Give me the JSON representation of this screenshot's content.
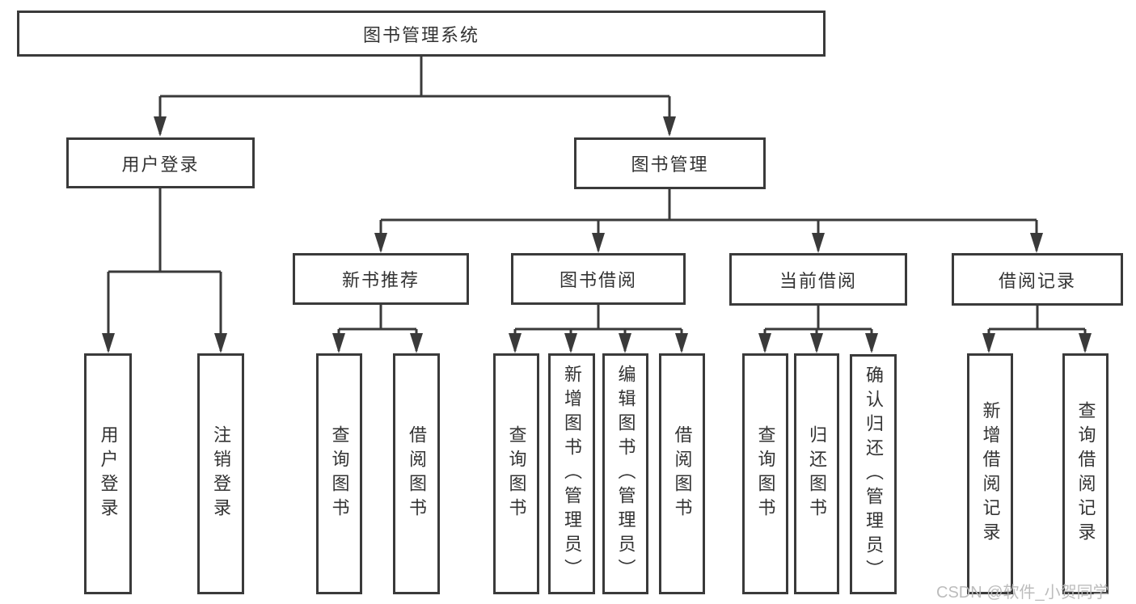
{
  "tree": {
    "root": {
      "label": "图书管理系统"
    },
    "user_login": {
      "label": "用户登录",
      "children": [
        {
          "label": "用户登录"
        },
        {
          "label": "注销登录"
        }
      ]
    },
    "book_management": {
      "label": "图书管理",
      "sections": [
        {
          "label": "新书推荐",
          "children": [
            {
              "label": "查询图书"
            },
            {
              "label": "借阅图书"
            }
          ]
        },
        {
          "label": "图书借阅",
          "children": [
            {
              "label": "查询图书"
            },
            {
              "label": "新增图书（管理员）"
            },
            {
              "label": "编辑图书（管理员）"
            },
            {
              "label": "借阅图书"
            }
          ]
        },
        {
          "label": "当前借阅",
          "children": [
            {
              "label": "查询图书"
            },
            {
              "label": "归还图书"
            },
            {
              "label": "确认归还（管理员）"
            }
          ]
        },
        {
          "label": "借阅记录",
          "children": [
            {
              "label": "新增借阅记录"
            },
            {
              "label": "查询借阅记录"
            }
          ]
        }
      ]
    }
  },
  "watermark": {
    "text": "CSDN @软件_小贺同学"
  },
  "colors": {
    "line": "#3a3a3a",
    "box_border": "#3a3a3a",
    "text": "#333333",
    "watermark": "#b9b9b9",
    "background": "#ffffff"
  }
}
